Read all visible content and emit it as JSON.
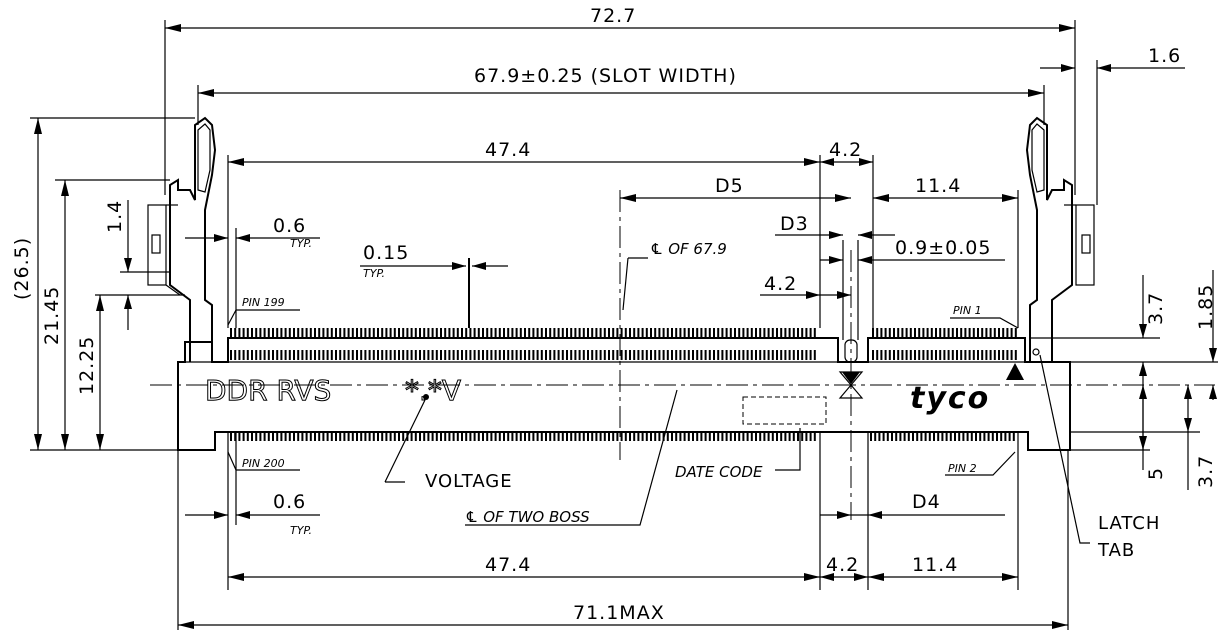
{
  "top_dimensions": {
    "overall": "72.7",
    "slot_width": "67.9±0.25 (SLOT WIDTH)",
    "latch_offset": "1.6",
    "contact_span_top": "47.4",
    "key_gap_top": "4.2",
    "d5": "D5",
    "short_span_top": "11.4",
    "d3": "D3",
    "key_width": "0.9±0.05",
    "key_offset": "4.2",
    "pitch_top": "0.6",
    "pitch_top_typ": "TYP.",
    "lead_width": "0.15",
    "lead_width_typ": "TYP.",
    "centerline_label": "℄ OF 67.9"
  },
  "left_dimensions": {
    "overall_height": "(26.5)",
    "height_2": "21.45",
    "height_3": "12.25",
    "latch_step": "1.4"
  },
  "right_dimensions": {
    "dim_a": "3.7",
    "dim_b": "1.85",
    "dim_c": "5",
    "dim_d": "3.7"
  },
  "bottom_dimensions": {
    "pitch_bottom": "0.6",
    "pitch_bottom_typ": "TYP.",
    "d4": "D4",
    "contact_span_bottom": "47.4",
    "key_gap_bottom": "4.2",
    "short_span_bottom": "11.4",
    "overall_max": "71.1MAX"
  },
  "labels": {
    "pin_199": "PIN 199",
    "pin_1": "PIN 1",
    "pin_200": "PIN 200",
    "pin_2": "PIN 2",
    "marking": "DDR RVS",
    "marking_voltage": "*.*V",
    "voltage": "VOLTAGE",
    "date_code": "DATE CODE",
    "two_boss": "℄ OF TWO BOSS",
    "latch": "LATCH",
    "tab": "TAB",
    "logo": "tyco"
  }
}
